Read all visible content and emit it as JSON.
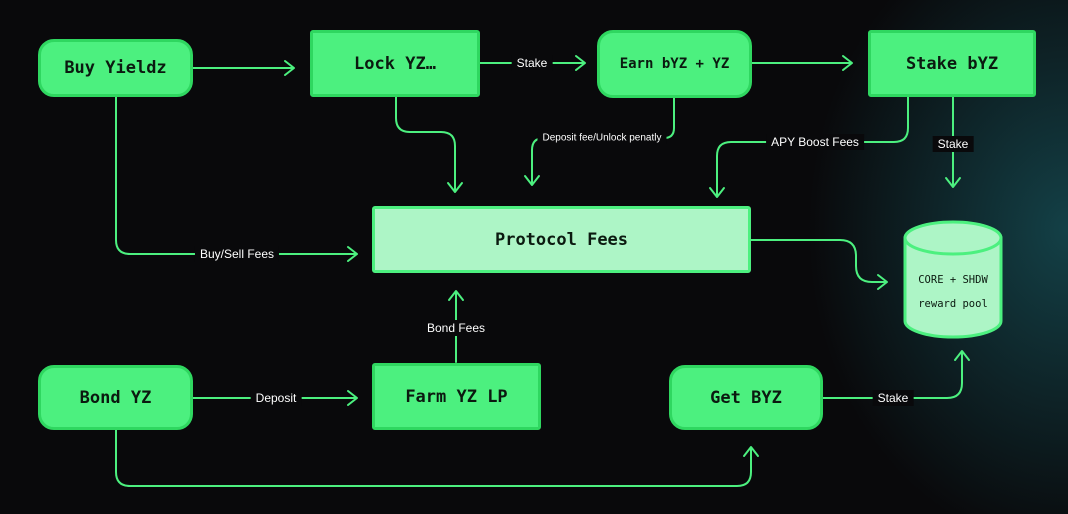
{
  "colors": {
    "background": "#09090b",
    "accent": "#4cf07f",
    "node_border": "#2fd760",
    "protocol_fill": "#adf5c6",
    "text_dark": "#0b1a10",
    "edge_label": "#ffffff"
  },
  "nodes": {
    "buy_yieldz": "Buy Yieldz",
    "lock_yz": "Lock YZ…",
    "earn_byz_yz": "Earn bYZ + YZ",
    "stake_byz": "Stake bYZ",
    "protocol_fees": "Protocol Fees",
    "bond_yz": "Bond YZ",
    "farm_yz_lp": "Farm YZ LP",
    "get_byz": "Get BYZ",
    "reward_pool": {
      "line1": "CORE + SHDW",
      "line2": "reward pool"
    }
  },
  "edges": {
    "stake_lock_earn": "Stake",
    "deposit_fee": "Deposit fee/Unlock penatly",
    "apy_boost": "APY Boost Fees",
    "stake_to_pool": "Stake",
    "buy_sell_fees": "Buy/Sell Fees",
    "bond_fees": "Bond Fees",
    "deposit": "Deposit",
    "stake_get_byz": "Stake"
  }
}
